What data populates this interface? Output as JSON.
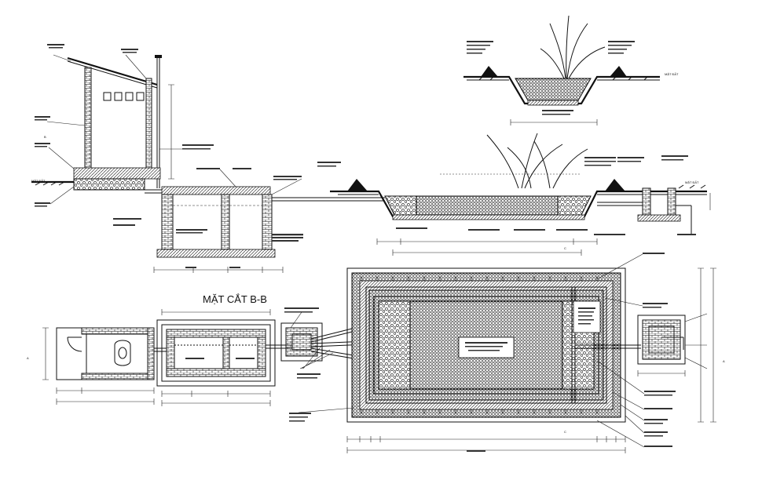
{
  "drawing": {
    "section_title": "MẶT CẮT B-B",
    "ground_label_left": "MẶT ĐẤT",
    "ground_label_right": "MẶT ĐẤT",
    "ground_label_top": "MẶT ĐẤT",
    "section_marker_a_left": "A",
    "section_marker_a_right": "A",
    "section_marker_b": "B",
    "section_marker_c": "C"
  }
}
